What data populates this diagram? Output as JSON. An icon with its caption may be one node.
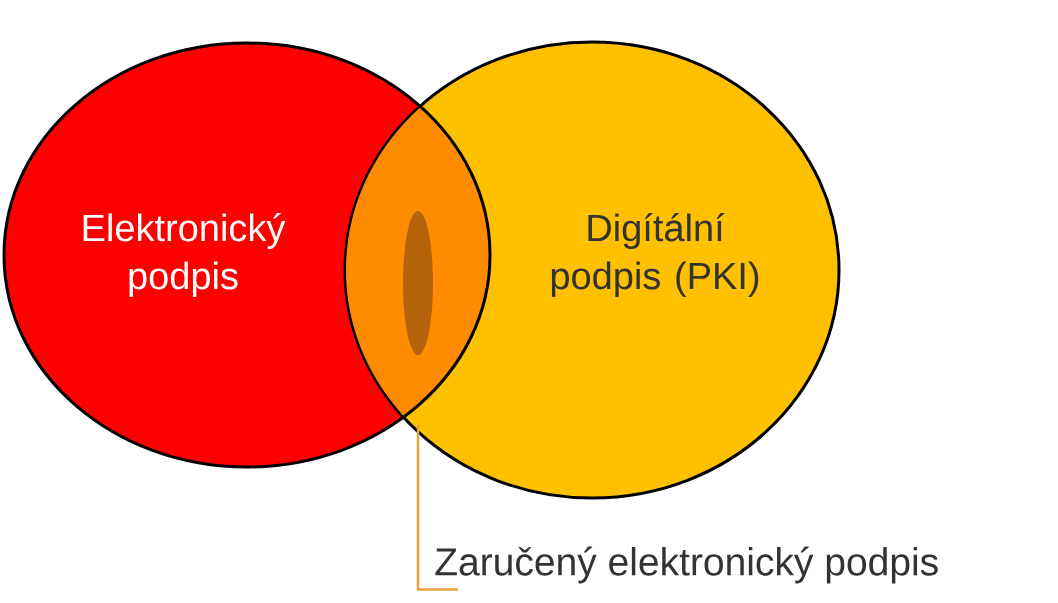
{
  "diagram": {
    "nodes": [
      {
        "text": [
          "Elektronický podpis"
        ]
      },
      {
        "text": [
          "Digítální podpis (PKI)"
        ]
      },
      {
        "text": [],
        "shape": "ellipse"
      },
      {
        "text": [
          "Zaručený elektronický podpis"
        ]
      }
    ],
    "edges": [
      {
        "from": 3,
        "to": 1,
        "arrow": "none"
      }
    ]
  }
}
